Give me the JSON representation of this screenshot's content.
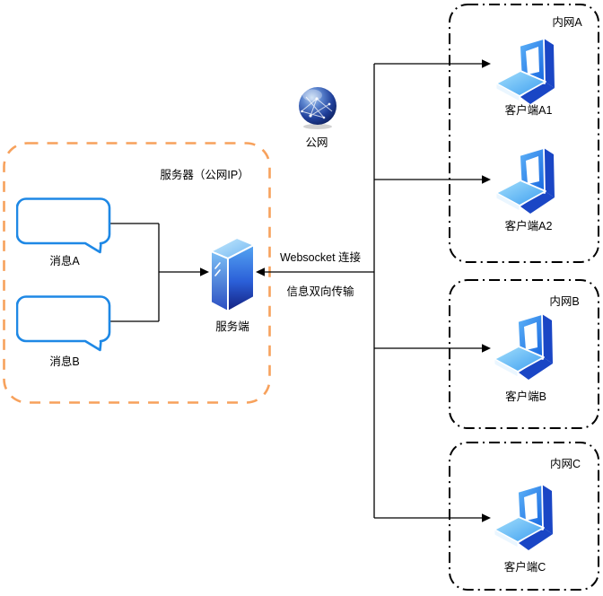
{
  "colors": {
    "zone_orange": "#F7A15C",
    "bubble_blue": "#1E88E5",
    "line_black": "#000000",
    "icon_blue_dark": "#1A46C5",
    "icon_blue_light": "#8ED3F8"
  },
  "public_network": {
    "icon": "globe-icon",
    "label": "公网"
  },
  "server_zone": {
    "title": "服务器（公网IP）",
    "messages": [
      {
        "icon": "speech-bubble-icon",
        "label": "消息A"
      },
      {
        "icon": "speech-bubble-icon",
        "label": "消息B"
      }
    ],
    "server": {
      "icon": "server-tower-icon",
      "label": "服务端"
    }
  },
  "connection": {
    "label_top": "Websocket 连接",
    "label_bottom": "信息双向传输"
  },
  "intranets": [
    {
      "title": "内网A",
      "clients": [
        {
          "icon": "laptop-icon",
          "label": "客户端A1"
        },
        {
          "icon": "laptop-icon",
          "label": "客户端A2"
        }
      ]
    },
    {
      "title": "内网B",
      "clients": [
        {
          "icon": "laptop-icon",
          "label": "客户端B"
        }
      ]
    },
    {
      "title": "内网C",
      "clients": [
        {
          "icon": "laptop-icon",
          "label": "客户端C"
        }
      ]
    }
  ]
}
